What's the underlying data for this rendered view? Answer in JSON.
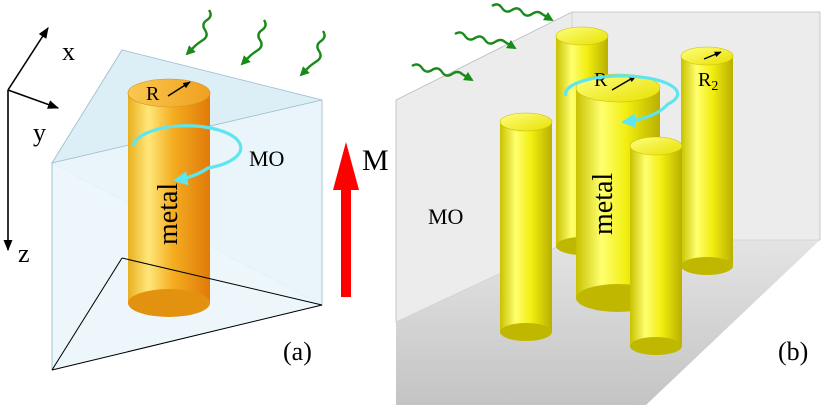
{
  "axes": {
    "x_label": "x",
    "y_label": "y",
    "z_label": "z"
  },
  "panel_a": {
    "tag": "(a)",
    "medium_label": "MO",
    "rod_label": "metal",
    "radius_label": "R"
  },
  "magnetization": {
    "label": "M",
    "color": "#ff0000"
  },
  "panel_b": {
    "tag": "(b)",
    "medium_label": "MO",
    "rod_label": "metal",
    "radius_label": "R",
    "small_radius_label": "R",
    "small_radius_subscript": "2"
  },
  "colors": {
    "wave_arrow": "#1a8a1a",
    "circulation_arrow": "#5ee6f0",
    "rod_a": "#f0a000",
    "rod_b": "#f5f000",
    "magnetization": "#ff0000"
  }
}
